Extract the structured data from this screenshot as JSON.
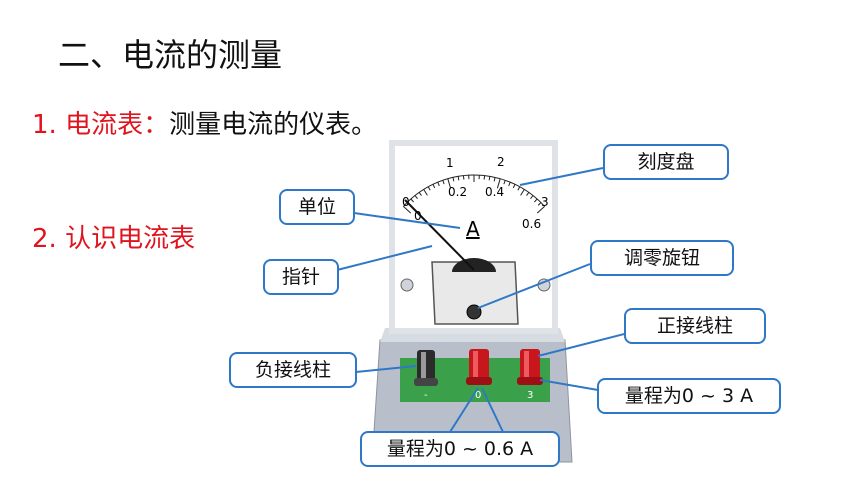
{
  "heading": "二、电流的测量",
  "item1": {
    "label": "1. 电流表：",
    "text": "测量电流的仪表。"
  },
  "item2": {
    "label": "2. 认识电流表"
  },
  "meter": {
    "unit_symbol": "A",
    "scale_top": [
      "0",
      "1",
      "2",
      "3"
    ],
    "scale_bottom": [
      "0",
      "0.2",
      "0.4",
      "0.6"
    ],
    "terminal_labels": [
      "-",
      "0",
      "3"
    ],
    "colors": {
      "body": "#c9ced8",
      "face": "#ffffff",
      "terminal_red": "#c8161d",
      "terminal_black": "#2b2b2b",
      "base_green": "#3aa14a"
    }
  },
  "callouts": {
    "scale": "刻度盘",
    "unit": "单位",
    "pointer": "指针",
    "zero_knob": "调零旋钮",
    "positive_terminal": "正接线柱",
    "negative_terminal": "负接线柱",
    "range_3a": "量程为0 ~ 3 A",
    "range_06a": "量程为0 ~ 0.6 A"
  }
}
